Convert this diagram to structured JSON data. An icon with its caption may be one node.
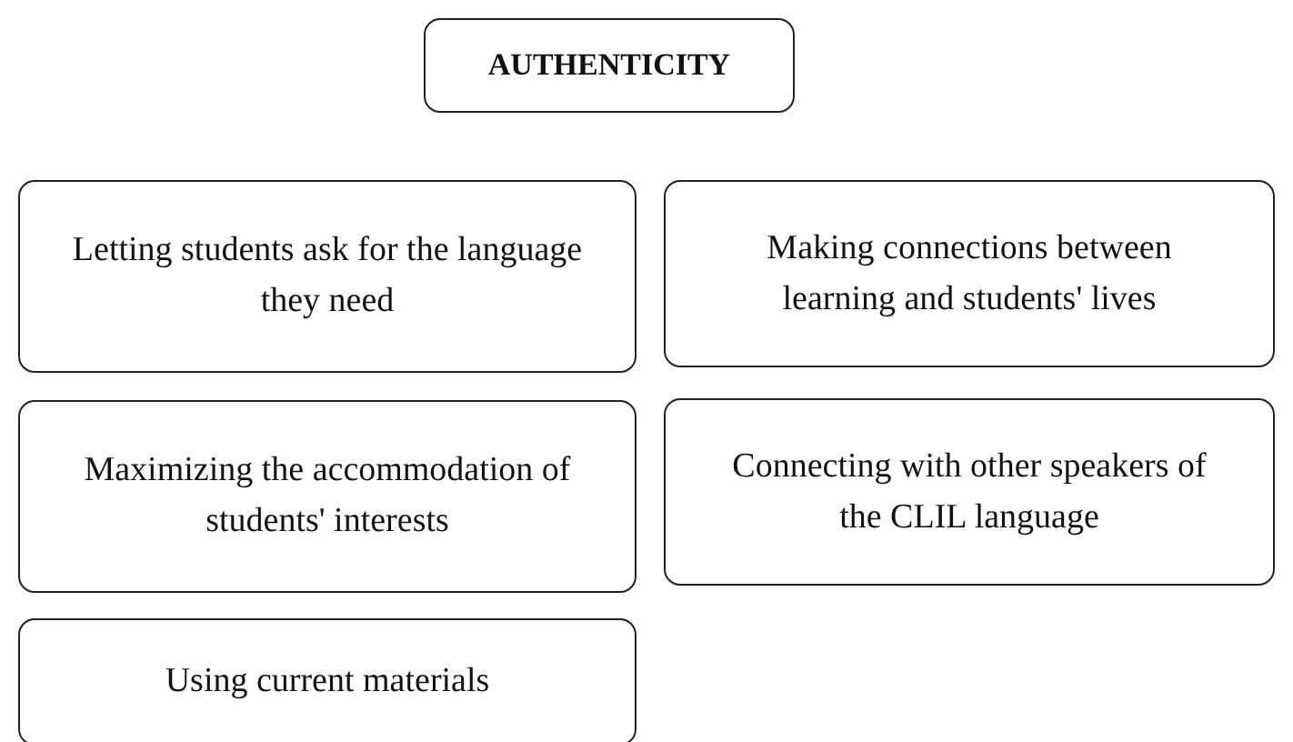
{
  "diagram": {
    "nodes": [
      {
        "text": [
          "AUTHENTICITY"
        ]
      },
      {
        "text": [
          "Letting students ask for the language they need"
        ]
      },
      {
        "text": [
          "Making connections between learning and students' lives"
        ]
      },
      {
        "text": [
          "Maximizing the accommodation of students' interests"
        ]
      },
      {
        "text": [
          "Connecting with other speakers of the CLIL language"
        ]
      },
      {
        "text": [
          "Using current materials"
        ]
      }
    ]
  }
}
